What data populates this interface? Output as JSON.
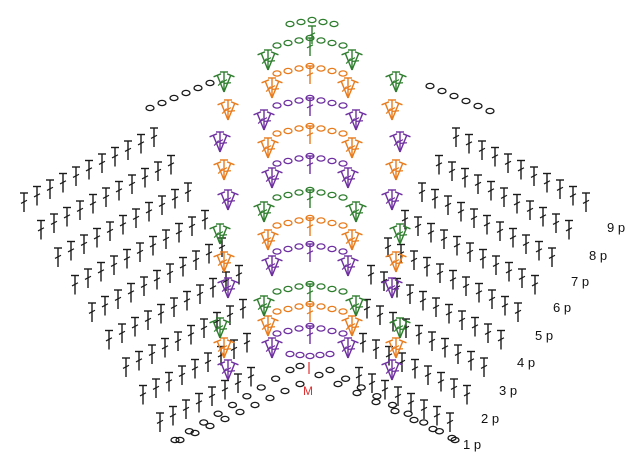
{
  "colors": {
    "black": "#1a1a1a",
    "green": "#2e7d2e",
    "orange": "#e87b1c",
    "purple": "#6e2fa0",
    "marker": "#e03030"
  },
  "marker": {
    "label": "M"
  },
  "rows": [
    {
      "label": "1 p"
    },
    {
      "label": "2 p"
    },
    {
      "label": "3 p"
    },
    {
      "label": "4 p"
    },
    {
      "label": "5 p"
    },
    {
      "label": "6 p"
    },
    {
      "label": "7 p"
    },
    {
      "label": "8 p"
    },
    {
      "label": "9 p"
    }
  ]
}
